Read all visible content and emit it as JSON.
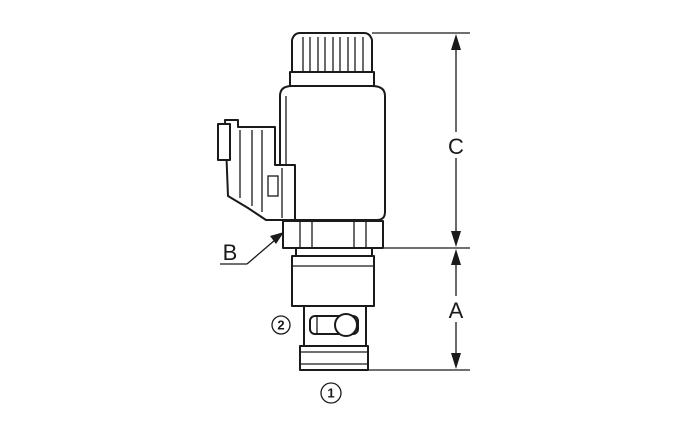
{
  "dimensions": {
    "a_label": "A",
    "b_label": "B",
    "c_label": "C"
  },
  "ports": {
    "port_1": "1",
    "port_2": "2"
  },
  "colors": {
    "line": "#1a1a1a",
    "background": "#ffffff"
  }
}
